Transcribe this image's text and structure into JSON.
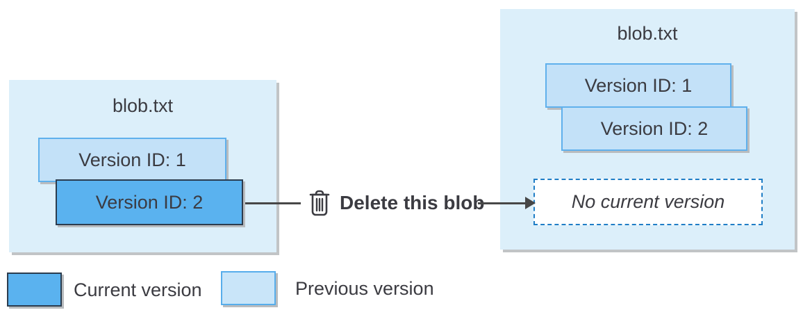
{
  "before": {
    "title": "blob.txt",
    "versions": [
      {
        "label": "Version ID: 1",
        "state": "previous"
      },
      {
        "label": "Version ID: 2",
        "state": "current"
      }
    ]
  },
  "action": {
    "label": "Delete this blob",
    "icon": "trash-icon"
  },
  "after": {
    "title": "blob.txt",
    "versions": [
      {
        "label": "Version ID: 1",
        "state": "previous"
      },
      {
        "label": "Version ID: 2",
        "state": "previous"
      }
    ],
    "no_current_label": "No current version"
  },
  "legend": {
    "current": {
      "label": "Current version",
      "color": "#5AB2EF"
    },
    "previous": {
      "label": "Previous version",
      "color": "#C9E5F9"
    }
  },
  "colors": {
    "container_fill": "#DCEFFA",
    "current_fill": "#5AB2EF",
    "current_border": "#2B3C4E",
    "previous_fill": "#C3E1F8",
    "previous_border": "#5FB0EC",
    "dashed_border": "#1F7DC6",
    "text": "#3B3B41",
    "arrow": "#474747"
  }
}
